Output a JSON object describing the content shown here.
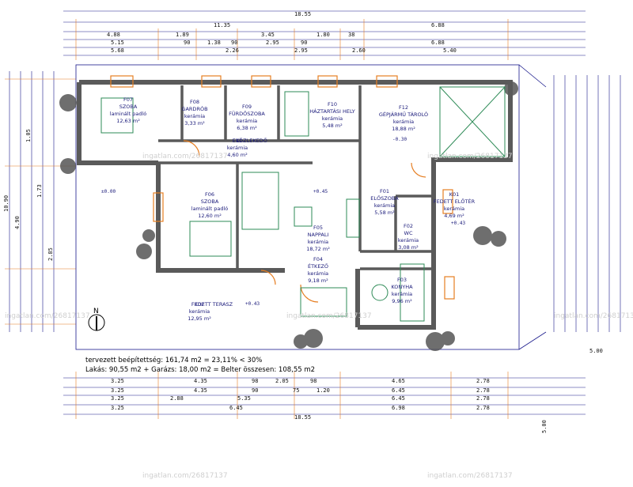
{
  "top_dims": {
    "row1": [
      "18.55"
    ],
    "row2": [
      "11.35",
      "6.88"
    ],
    "row3": [
      "4.88",
      "1.89",
      "3.45",
      "1.80",
      "38"
    ],
    "row4": [
      "5.15",
      "90",
      "1.38",
      "90",
      "2.95",
      "90",
      "6.88"
    ],
    "row5": [
      "5.68",
      "2.26",
      "2.95",
      "2.60",
      "5.40"
    ]
  },
  "bottom_dims": {
    "row1": [
      "3.25",
      "4.35",
      "98",
      "2.05",
      "98",
      "4.65",
      "2.78"
    ],
    "row2": [
      "3.25",
      "4.35",
      "90",
      "75",
      "1.20",
      "6.45",
      "2.78"
    ],
    "row3": [
      "3.25",
      "2.88",
      "5.35",
      "6.45",
      "2.78"
    ],
    "row4": [
      "3.25",
      "6.45",
      "6.98",
      "2.78"
    ],
    "row5": [
      "18.55"
    ]
  },
  "right_dims": [
    "5.00",
    "5.00"
  ],
  "left_dims": [
    "10.90",
    "4.90",
    "1.05",
    "1.73",
    "2.85"
  ],
  "rooms": [
    {
      "code": "F07",
      "name": "SZOBA",
      "floor": "laminált padló",
      "area": "12,63 m²"
    },
    {
      "code": "F08",
      "name": "GARDRÓB",
      "floor": "kerámia",
      "area": "3,33 m²"
    },
    {
      "code": "F09",
      "name": "FÜRDŐSZOBA",
      "floor": "kerámia",
      "area": "6,38 m²"
    },
    {
      "code": "F10",
      "name": "HÁZTARTÁSI HELY",
      "floor": "kerámia",
      "area": "5,48 m²"
    },
    {
      "code": "F12",
      "name": "GÉPJÁRMŰ TÁROLÓ",
      "floor": "kerámia",
      "area": "18,88 m²"
    },
    {
      "code": "E11",
      "name": "KÖZLEKEDŐ",
      "floor": "kerámia",
      "area": "4,60 m²"
    },
    {
      "code": "F06",
      "name": "SZOBA",
      "floor": "laminált padló",
      "area": "12,60 m²"
    },
    {
      "code": "F05",
      "name": "NAPPALI",
      "floor": "kerámia",
      "area": "18,72 m²"
    },
    {
      "code": "F04",
      "name": "ÉTKEZŐ",
      "floor": "kerámia",
      "area": "9,18 m²"
    },
    {
      "code": "F03",
      "name": "KONYHA",
      "floor": "kerámia",
      "area": "9,96 m²"
    },
    {
      "code": "F01",
      "name": "ELŐSZOBA",
      "floor": "kerámia",
      "area": "5,58 m²"
    },
    {
      "code": "F02",
      "name": "WC",
      "floor": "kerámia",
      "area": "3,08 m²"
    },
    {
      "code": "K01",
      "name": "FEDETT ELŐTÉR",
      "floor": "kerámia",
      "area": "4,69 m²"
    },
    {
      "code": "K02",
      "name": "FEDETT TERASZ",
      "floor": "kerámia",
      "area": "12,95 m²"
    }
  ],
  "levels": [
    "±0.00",
    "-0.30",
    "+0.45",
    "+0.43",
    "+0.43"
  ],
  "stats": {
    "line1": "tervezett beépítettség: 161,74 m2 = 23,11% < 30%",
    "line2": "Lakás: 90,55 m2 + Garázs: 18,00 m2 = Belter összesen: 108,55 m2"
  },
  "north_label": "N",
  "watermark": "ingatlan.com/26817137",
  "colors": {
    "wall": "#5a5a5a",
    "dim_line": "#1a1a8c",
    "door": "#e67e22",
    "furniture": "#2e8b57",
    "landscape": "#444444"
  }
}
